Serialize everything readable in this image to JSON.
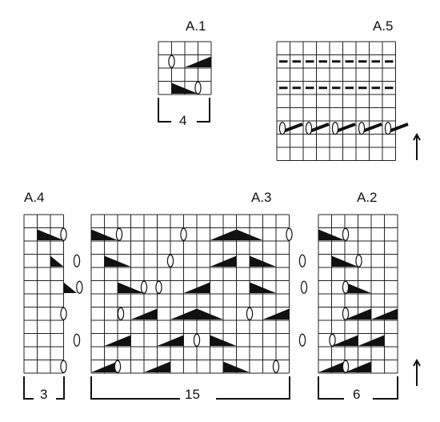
{
  "charts": [
    {
      "id": "A.1",
      "label": "A.1",
      "repeat": "4"
    },
    {
      "id": "A.5",
      "label": "A.5"
    },
    {
      "id": "A.4",
      "label": "A.4",
      "repeat": "3"
    },
    {
      "id": "A.3",
      "label": "A.3",
      "repeat": "15"
    },
    {
      "id": "A.2",
      "label": "A.2",
      "repeat": "6"
    }
  ],
  "symbols": [
    "yarn-over",
    "decrease-triangle",
    "dashed-row",
    "cable-strand",
    "direction-arrow"
  ]
}
